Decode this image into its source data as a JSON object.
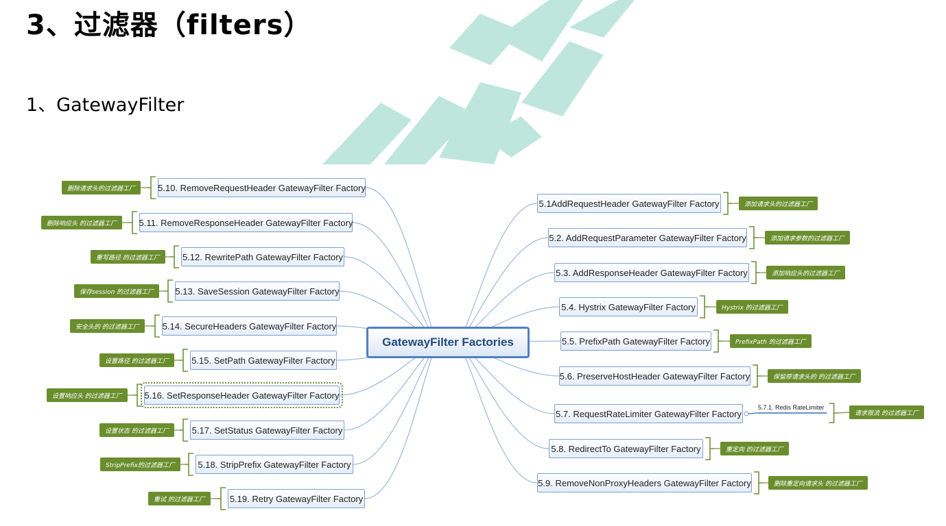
{
  "page": {
    "title": "3、过滤器（filters）",
    "section": "1、GatewayFilter"
  },
  "colors": {
    "node_border": "#7aa1cf",
    "center_border": "#4f7fc0",
    "edge": "#9bb8dc",
    "tag_bg": "#6a8e2e",
    "bracket": "#6f8f3a",
    "watermark": "#bfe6dd"
  },
  "mindmap": {
    "center": "GatewayFilter Factories",
    "left": [
      {
        "label": "5.10. RemoveRequestHeader GatewayFilter Factory",
        "tag": "删除请求头的过滤器工厂"
      },
      {
        "label": "5.11. RemoveResponseHeader GatewayFilter Factory",
        "tag": "删除响应头 的过滤器工厂"
      },
      {
        "label": "5.12. RewritePath GatewayFilter Factory",
        "tag": "重写路径 的过滤器工厂"
      },
      {
        "label": "5.13. SaveSession GatewayFilter Factory",
        "tag": "保存session 的过滤器工厂"
      },
      {
        "label": "5.14. SecureHeaders GatewayFilter Factory",
        "tag": "安全头的 的过滤器工厂"
      },
      {
        "label": "5.15. SetPath GatewayFilter Factory",
        "tag": "设置路径 的过滤器工厂"
      },
      {
        "label": "5.16. SetResponseHeader GatewayFilter Factory",
        "tag": "设置响应头 的过滤器工厂"
      },
      {
        "label": "5.17. SetStatus GatewayFilter Factory",
        "tag": "设置状态 的过滤器工厂"
      },
      {
        "label": "5.18. StripPrefix GatewayFilter Factory",
        "tag": "StripPrefix的过滤器工厂"
      },
      {
        "label": "5.19. Retry GatewayFilter Factory",
        "tag": "重试 的过滤器工厂"
      }
    ],
    "right": [
      {
        "label": "5.1AddRequestHeader GatewayFilter Factory",
        "tag": "添加请求头的过滤器工厂"
      },
      {
        "label": "5.2. AddRequestParameter GatewayFilter Factory",
        "tag": "添加请求参数的过滤器工厂"
      },
      {
        "label": "5.3. AddResponseHeader GatewayFilter Factory",
        "tag": "添加响应头的过滤器工厂"
      },
      {
        "label": "5.4. Hystrix GatewayFilter Factory",
        "tag": "Hystrix 的过滤器工厂"
      },
      {
        "label": "5.5. PrefixPath GatewayFilter Factory",
        "tag": "PrefixPath 的过滤器工厂"
      },
      {
        "label": "5.6. PreserveHostHeader GatewayFilter Factory",
        "tag": "保留原请求头的 的过滤器工厂"
      },
      {
        "label": "5.7. RequestRateLimiter GatewayFilter Factory",
        "sub": "5.7.1. Redis RateLimiter",
        "tag": "请求限流 的过滤器工厂"
      },
      {
        "label": "5.8. RedirectTo GatewayFilter Factory",
        "tag": "重定向 的过滤器工厂"
      },
      {
        "label": "5.9. RemoveNonProxyHeaders GatewayFilter Factory",
        "tag": "删除重定向请求头 的过滤器工厂"
      }
    ]
  }
}
